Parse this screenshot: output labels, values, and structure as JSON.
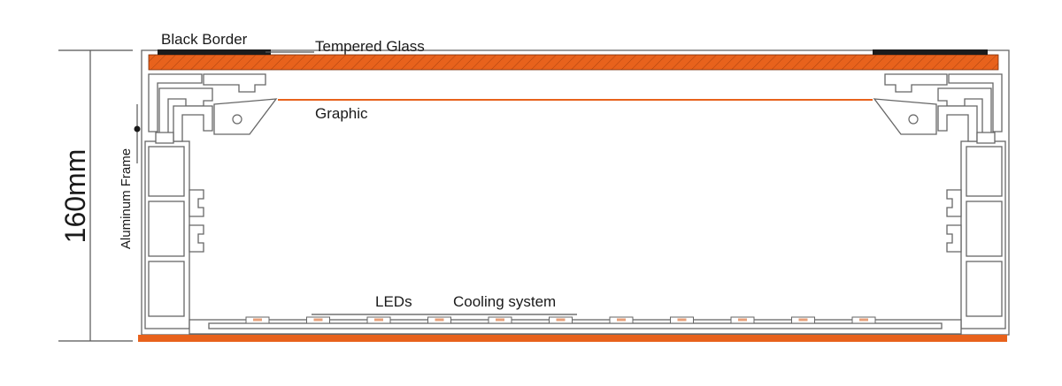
{
  "labels": {
    "black_border": "Black Border",
    "tempered_glass": "Tempered Glass",
    "graphic": "Graphic",
    "aluminum_frame": "Aluminum Frame",
    "height": "160mm",
    "leds": "LEDs",
    "cooling_system": "Cooling system"
  },
  "colors": {
    "glass": "#e8621c",
    "black_border": "#1c1c1c",
    "frame_line": "#666666"
  }
}
